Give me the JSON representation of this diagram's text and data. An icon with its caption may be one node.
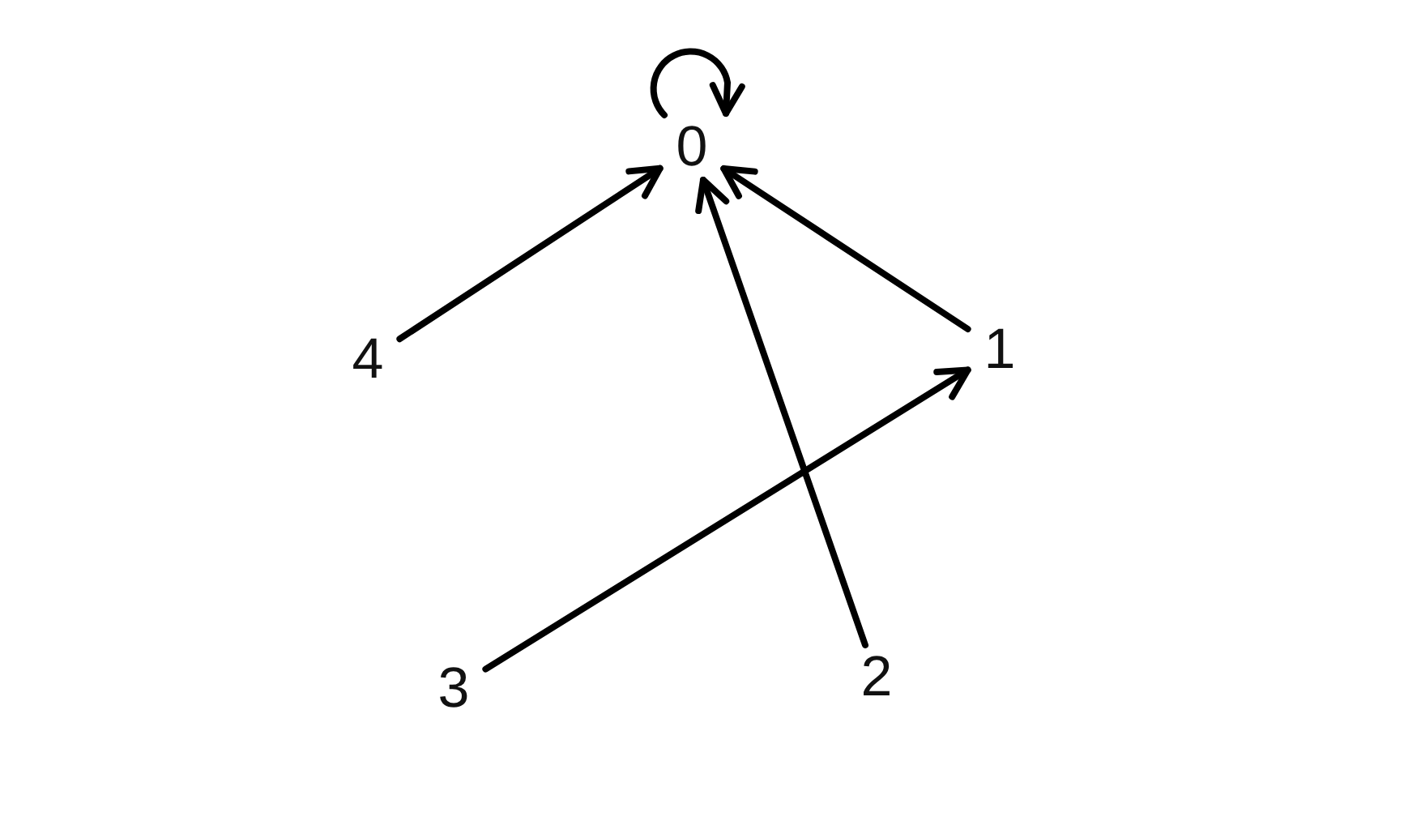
{
  "diagram": {
    "nodes": [
      {
        "text": [
          "0"
        ]
      },
      {
        "text": [
          "1"
        ]
      },
      {
        "text": [
          "2"
        ]
      },
      {
        "text": [
          "3"
        ]
      },
      {
        "text": [
          "4"
        ]
      }
    ],
    "edges": [
      {
        "from": 0,
        "to": 0,
        "arrow": "to"
      },
      {
        "from": 4,
        "to": 0,
        "arrow": "to"
      },
      {
        "from": 2,
        "to": 0,
        "arrow": "to"
      },
      {
        "from": 1,
        "to": 0,
        "arrow": "to"
      },
      {
        "from": 3,
        "to": 1,
        "arrow": "to"
      }
    ]
  }
}
